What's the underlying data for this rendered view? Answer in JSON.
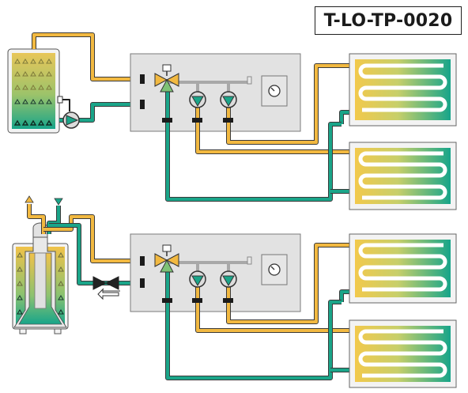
{
  "diagram": {
    "code": "T-LO-TP-0020",
    "sections": [
      {
        "heat_source": "buffer-tank",
        "circuits": 2
      },
      {
        "heat_source": "boiler",
        "circuits": 2
      }
    ],
    "colors": {
      "flow": "#f2b941",
      "return": "#1aa589",
      "cabinet": "#e2e2e2",
      "panel_bg": "#d9d9d9",
      "pump": "#1aa589"
    }
  }
}
